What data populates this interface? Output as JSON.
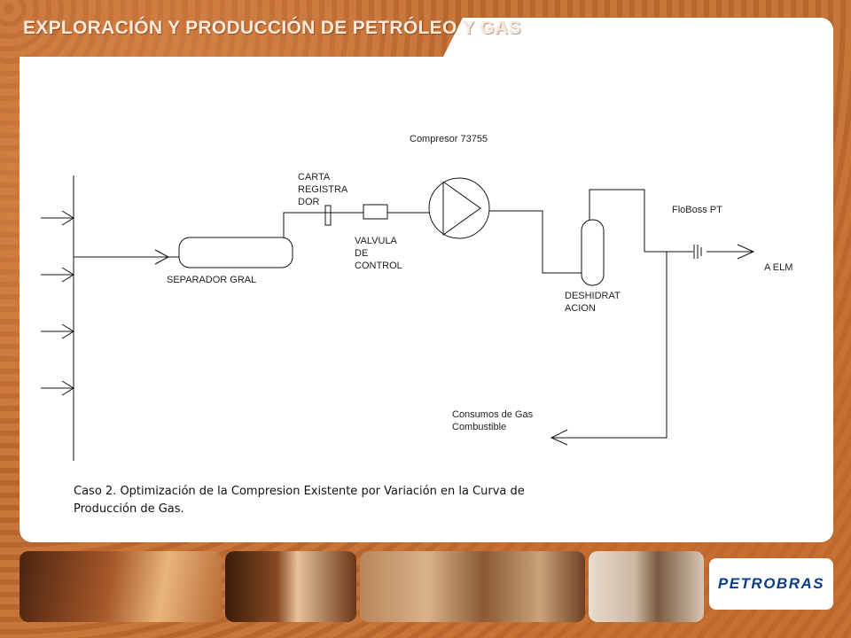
{
  "header": {
    "title": "EXPLORACIÓN Y PRODUCCIÓN DE PETRÓLEO Y GAS"
  },
  "diagram": {
    "labels": {
      "compressor": "Compresor 73755",
      "chart_recorder": [
        "CARTA",
        "REGISTRA",
        "DOR"
      ],
      "control_valve": [
        "VALVULA",
        "DE",
        "CONTROL"
      ],
      "separator": "SEPARADOR GRAL",
      "dehydration": [
        "DESHIDRAT",
        "ACION"
      ],
      "floboss": "FloBoss PT",
      "output": "A ELM",
      "fuel_gas": [
        "Consumos de Gas",
        "Combustible"
      ]
    }
  },
  "caption": {
    "line1": "Caso 2. Optimización de la Compresion Existente por Variación en la Curva de",
    "line2": "Producción de Gas."
  },
  "footer": {
    "logo": "PETROBRAS"
  },
  "colors": {
    "logo_blue": "#0b3d8f",
    "panel": "#ffffff",
    "background_orange": "#c06b33"
  }
}
